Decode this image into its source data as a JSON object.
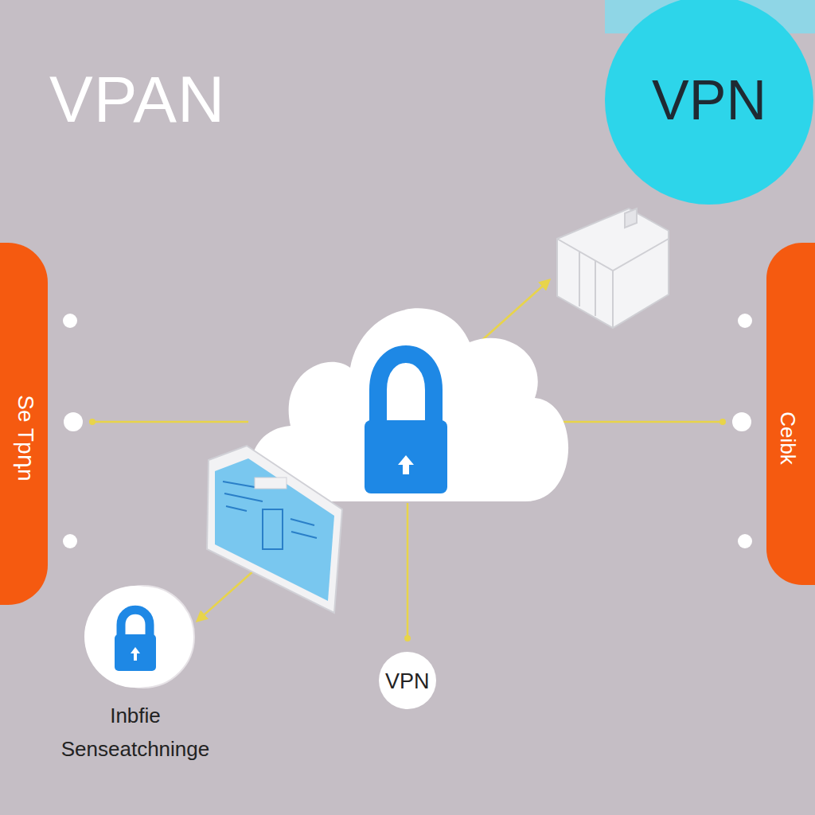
{
  "diagram": {
    "title": "VPAN",
    "nodes": [
      {
        "text": [
          "VPN"
        ]
      },
      {
        "text": [
          "Se Tpդn"
        ]
      },
      {
        "text": [
          "Ceibk"
        ]
      },
      {
        "text": [
          "Inbfie Senseatchninge"
        ]
      },
      {
        "text": [
          "VPN"
        ]
      }
    ]
  }
}
